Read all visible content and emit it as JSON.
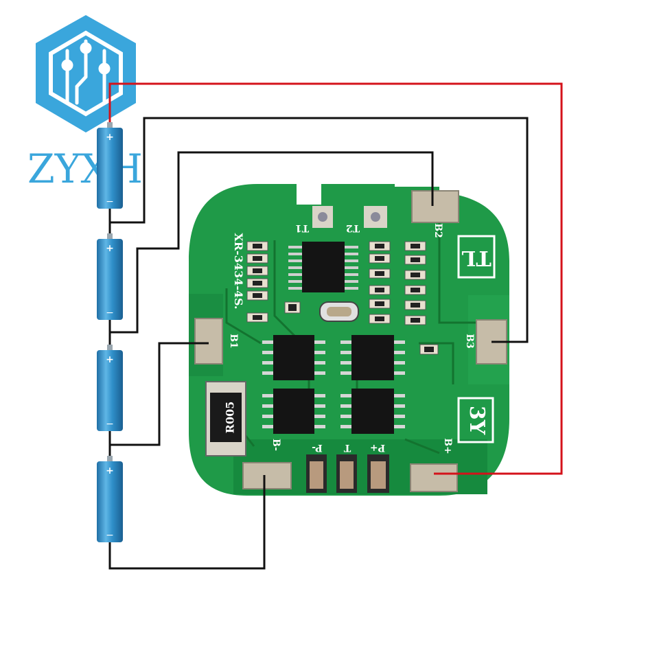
{
  "brand": {
    "name": "ZYXH",
    "logo_color": "#3aa6dc",
    "logo_icon": "circuit-hexagon-icon"
  },
  "colors": {
    "pcb": "#1f9a48",
    "pcb_dark": "#137a36",
    "silk": "#ffffff",
    "pad": "#c6bca8",
    "battery": "#2f8fc9",
    "wire_red": "#d4121a",
    "wire_black": "#111111"
  },
  "board": {
    "model": "XR-3434-4S.",
    "stamp_tl": "TL",
    "stamp_3y": "3Y",
    "sense_resistor": "R005",
    "labels": {
      "t1": "T1",
      "t2": "T2",
      "b1": "B1",
      "b2": "B2",
      "b3": "B3",
      "b_minus": "B-",
      "b_plus": "B+",
      "p_minus": "P-",
      "t": "T",
      "p_plus": "P+"
    }
  },
  "batteries": [
    {
      "plus": "+",
      "minus": "−"
    },
    {
      "plus": "+",
      "minus": "−"
    },
    {
      "plus": "+",
      "minus": "−"
    },
    {
      "plus": "+",
      "minus": "−"
    }
  ]
}
